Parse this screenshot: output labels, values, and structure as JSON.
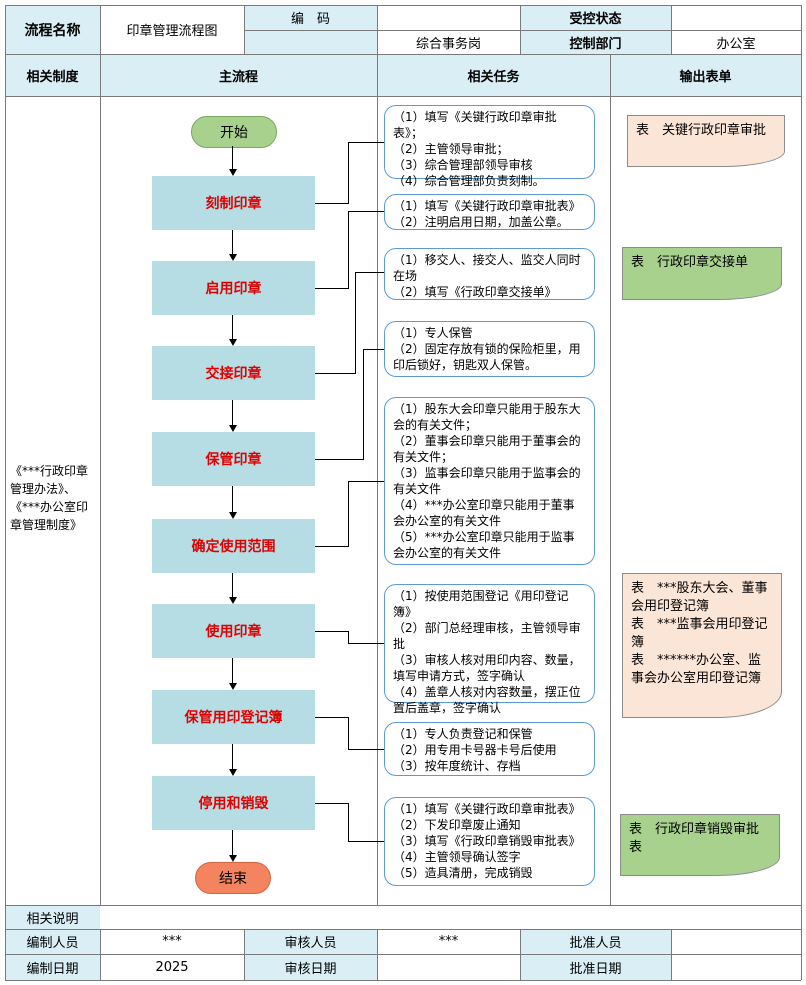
{
  "header": {
    "process_name_label": "流程名称",
    "process_name": "印章管理流程图",
    "code_label": "编　码",
    "code_value": "",
    "control_status_label": "受控状态",
    "control_status_value": "",
    "dept_left": "综合事务岗",
    "control_dept_label": "控制部门",
    "control_dept_value": "办公室"
  },
  "columns": {
    "system": "相关制度",
    "main": "主流程",
    "tasks": "相关任务",
    "output": "输出表单"
  },
  "related_system": "《***行政印章管理办法》、《***办公室印章管理制度》",
  "flow": {
    "start": "开始",
    "end": "结束",
    "steps": [
      "刻制印章",
      "启用印章",
      "交接印章",
      "保管印章",
      "确定使用范围",
      "使用印章",
      "保管用印登记簿",
      "停用和销毁"
    ]
  },
  "tasks": [
    "（1）填写《关键行政印章审批表》；\n（2）主管领导审批；\n（3）综合管理部领导审核\n（4）综合管理部负责刻制。",
    "（1）填写《关键行政印章审批表》\n（2）注明启用日期，加盖公章。",
    "（1）移交人、接交人、监交人同时在场\n（2）填写《行政印章交接单》",
    "（1）专人保管\n（2）固定存放有锁的保险柜里，用印后锁好，钥匙双人保管。",
    "（1）股东大会印章只能用于股东大会的有关文件；\n（2）董事会印章只能用于董事会的有关文件；\n（3）监事会印章只能用于监事会的有关文件\n（4）***办公室印章只能用于董事会办公室的有关文件\n（5）***办公室印章只能用于监事会办公室的有关文件",
    "（1）按使用范围登记《用印登记簿》\n（2）部门总经理审核，主管领导审批\n（3）审核人核对用印内容、数量，填写申请方式，签字确认\n（4）盖章人核对内容数量，摆正位置后盖章，签字确认",
    "（1）专人负责登记和保管\n（2）用专用卡号器卡号后使用\n（3）按年度统计、存档",
    "（1）填写《关键行政印章审批表》\n（2）下发印章废止通知\n（3）填写《行政印章销毁审批表》\n（4）主管领导确认签字\n（5）造具清册，完成销毁"
  ],
  "outputs": [
    "表　关键行政印章审批",
    "表　行政印章交接单",
    "表　***股东大会、董事会用印登记簿\n表　***监事会用印登记簿\n表　******办公室、监事会办公室用印登记簿",
    "表　行政印章销毁审批表"
  ],
  "footer": {
    "notes_label": "相关说明",
    "notes_value": "",
    "editor_label": "编制人员",
    "editor_value": "***",
    "reviewer_label": "审核人员",
    "reviewer_value": "***",
    "approver_label": "批准人员",
    "approver_value": "",
    "edit_date_label": "编制日期",
    "edit_date_value": "2025",
    "review_date_label": "审核日期",
    "review_date_value": "",
    "approve_date_label": "批准日期",
    "approve_date_value": ""
  },
  "colors": {
    "header_fill": "#d9eef5",
    "step_fill": "#b6dde3",
    "step_text": "#e00000",
    "start_fill": "#a9d18e",
    "end_fill": "#f4845f",
    "task_border": "#5b9bd5",
    "doc_pink": "#fbe5d6",
    "doc_green": "#a9d18e"
  }
}
